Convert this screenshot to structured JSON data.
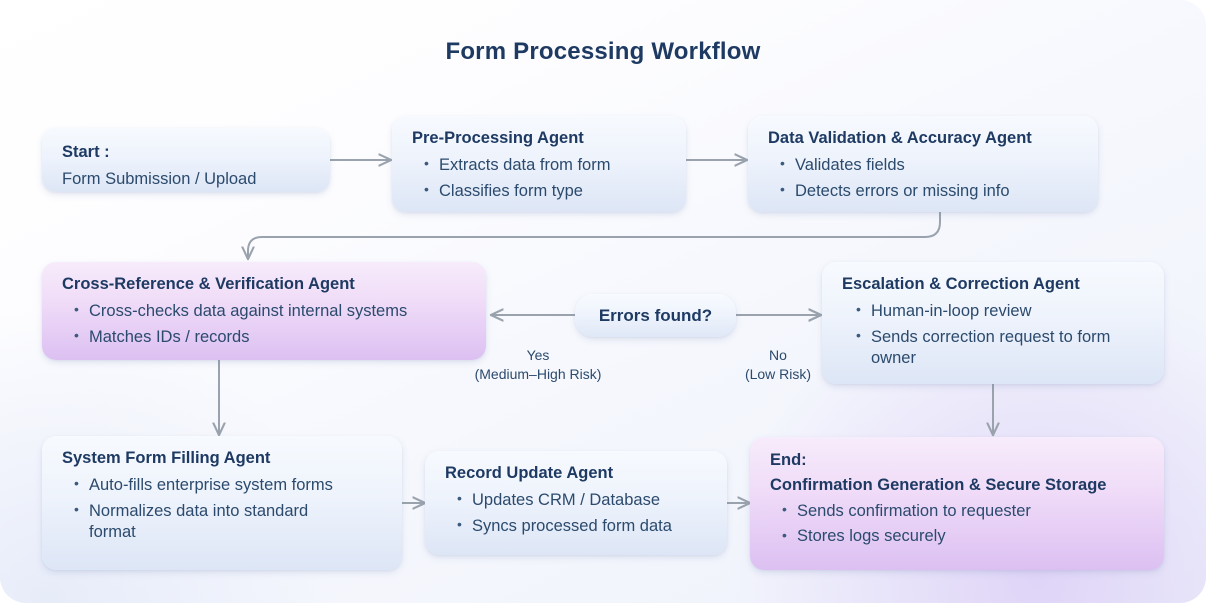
{
  "page": {
    "title": "Form Processing Workflow",
    "accent_blue": "#1e3a63",
    "accent_purple": "#dcc0f2",
    "connector_color": "#9aa3ad"
  },
  "nodes": {
    "start": {
      "heading": "Start :",
      "subtitle": "Form Submission / Upload"
    },
    "preprocessing": {
      "heading": "Pre-Processing Agent",
      "bullets": [
        "Extracts data from form",
        "Classifies form type"
      ]
    },
    "validation": {
      "heading": "Data Validation & Accuracy Agent",
      "bullets": [
        "Validates fields",
        "Detects errors or missing info"
      ]
    },
    "crossref": {
      "heading": "Cross-Reference & Verification Agent",
      "bullets": [
        "Cross-checks data against internal systems",
        "Matches IDs / records"
      ]
    },
    "decision": {
      "label": "Errors found?"
    },
    "escalation": {
      "heading": "Escalation & Correction Agent",
      "bullets": [
        "Human-in-loop review",
        "Sends correction request to form owner"
      ]
    },
    "formfilling": {
      "heading": "System Form Filling Agent",
      "bullets": [
        "Auto-fills enterprise system forms",
        "Normalizes data into standard format"
      ]
    },
    "recordupdate": {
      "heading": "Record Update Agent",
      "bullets": [
        "Updates CRM / Database",
        "Syncs processed form data"
      ]
    },
    "end": {
      "heading": "End:",
      "heading2": "Confirmation Generation & Secure Storage",
      "bullets": [
        "Sends confirmation to requester",
        "Stores logs securely"
      ]
    }
  },
  "edge_labels": {
    "yes": {
      "line1": "Yes",
      "line2": "(Medium–High Risk)"
    },
    "no": {
      "line1": "No",
      "line2": "(Low Risk)"
    }
  }
}
